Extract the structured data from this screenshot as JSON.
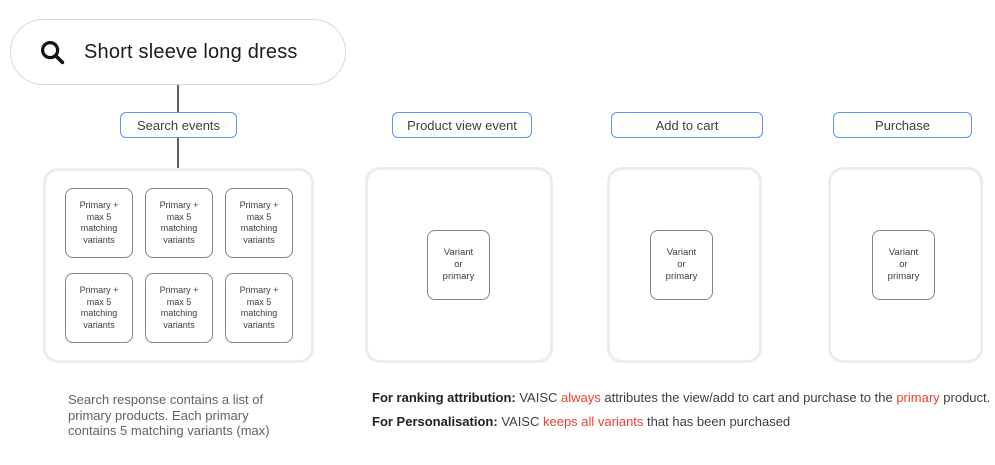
{
  "colors": {
    "accent_blue": "#5b96f5",
    "highlight_red": "#ea4335",
    "container_border": "#ececee",
    "box_border": "#80868b",
    "text_dark": "#3c4043",
    "text_gray": "#5f6368"
  },
  "search_bar": {
    "icon": "search-icon",
    "query": "Short sleeve long dress"
  },
  "event_labels": [
    {
      "label": "Search events"
    },
    {
      "label": "Product view event"
    },
    {
      "label": "Add to cart"
    },
    {
      "label": "Purchase"
    }
  ],
  "search_grid": {
    "cell_count": 6,
    "cell_label": "Primary +\nmax 5\nmatching\nvariants"
  },
  "variant_box_label": "Variant\nor\nprimary",
  "caption_left": "Search response contains a list of\nprimary products. Each primary\ncontains 5 matching variants (max)",
  "notes": {
    "ranking": {
      "prefix": "For ranking attribution:",
      "seg1": " VAISC ",
      "red1": "always",
      "seg2": " attributes the view/add to cart and purchase to the ",
      "red2": "primary",
      "seg3": " product."
    },
    "personalisation": {
      "prefix": "For Personalisation:",
      "seg1": " VAISC ",
      "red1": "keeps all variants",
      "seg2": " that has been purchased"
    }
  }
}
